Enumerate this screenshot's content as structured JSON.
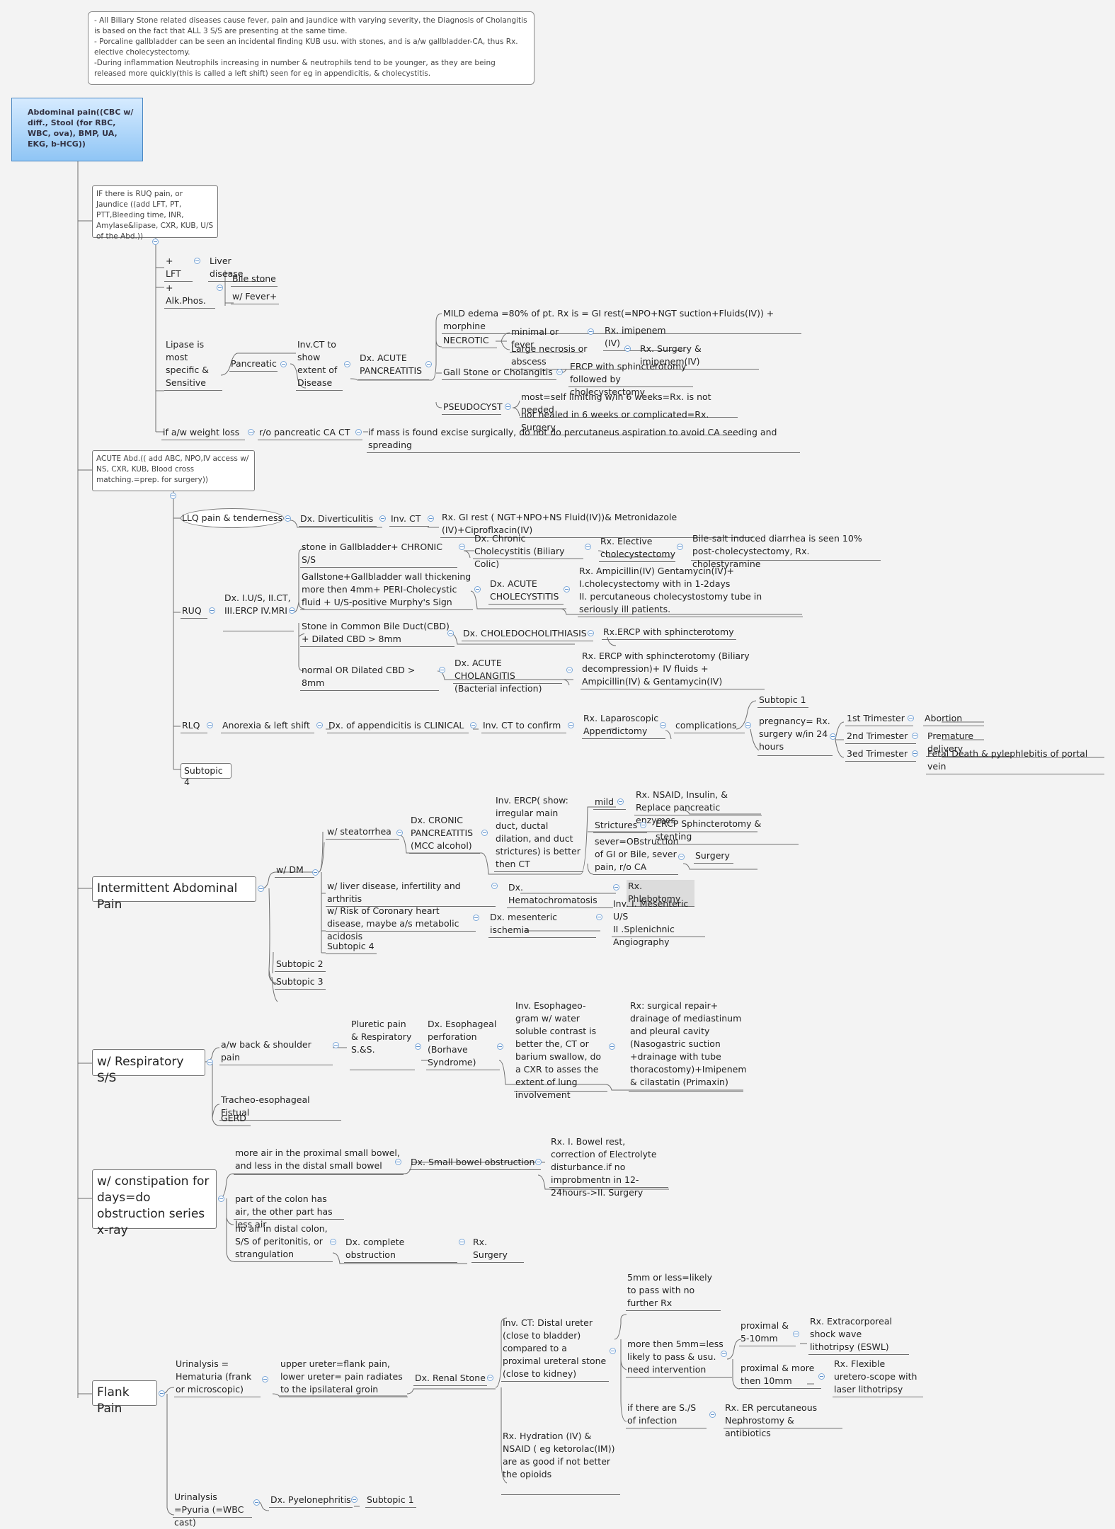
{
  "note": {
    "lines": [
      "- All Biliary Stone related diseases cause fever, pain and jaundice with varying severity, the Diagnosis of Cholangitis is based on the fact that ALL 3 S/S are presenting at the same time.",
      "- Porcaline gallbladder can be seen an incidental finding KUB usu. with stones, and is a/w gallbladder-CA, thus Rx. elective cholecystectomy.",
      "-During inflammation Neutrophils  increasing in number & neutrophils tend to be younger, as they are being released more quickly(this is called a left shift) seen for eg in  appendicitis, & cholecystitis."
    ]
  },
  "root": "Abdominal pain((CBC w/ diff., Stool (for RBC, WBC, ova), BMP, UA, EKG, b-HCG))",
  "ruq_box": "IF there is RUQ pain, or Jaundice ((add  LFT, PT, PTT,Bleeding time, INR, Amylase&lipase, CXR, KUB, U/S of the Abd.))",
  "lft": "+ LFT",
  "liver": "Liver disease",
  "alk": "+ Alk.Phos.",
  "bile": "Bile stone",
  "fever": "w/ Fever+",
  "lipase": "Lipase is most specific & Sensitive",
  "pancreatic": "Pancreatic",
  "invct": "Inv.CT to show extent of Disease",
  "dx_acute_panc": "Dx. ACUTE PANCREATITIS",
  "mild_edema": "MILD edema =80% of pt. Rx is = GI rest(=NPO+NGT suction+Fluids(IV)) + morphine",
  "necrotic": "NECROTIC",
  "minimal": "minimal  or fever",
  "rx_imipenem": "Rx. imipenem (IV)",
  "large_necrosis": "Large necrosis or abscess",
  "rx_surgery_imip": "Rx. Surgery & imipenem(IV)",
  "gallstone_chol": "Gall Stone or Cholangitis",
  "ercp_sphinc": "ERCP with sphincterotomy followed by cholecystectomy",
  "pseudocyst": "PSEUDOCYST",
  "most_self": "most=self limiting w/in 6 weeks=Rx. is not needed",
  "not_healed": "not healed in 6 weeks or complicated=Rx. Surgery",
  "weightloss": "if a/w weight loss",
  "ro_panc": "r/o pancreatic CA CT",
  "mass": "if mass is found excise surgically, do not do percutaneus aspiration to avoid CA seeding and spreading",
  "acute_box": "ACUTE Abd.(( add ABC, NPO,IV access w/ NS, CXR, KUB, Blood cross matching.=prep. for surgery))",
  "llq": "LLQ pain & tenderness",
  "dx_divert": "Dx. Diverticulitis",
  "inv_ct": "Inv. CT",
  "rx_gi_rest": "Rx. GI rest ( NGT+NPO+NS Fluid(IV))& Metronidazole (IV)+Ciproflxacin(IV)",
  "ruq": "RUQ",
  "dx_ius": "Dx. I.U/S, II.CT, III.ERCP IV.MRI",
  "stone_gb": "stone in Gallbladder+ CHRONIC S/S",
  "dx_chronic_chole": "Dx. Chronic Cholecystitis (Biliary Colic)",
  "rx_elective": "Rx. Elective cholecystectomy",
  "bile_salt": "Bile-salt induced diarrhea is seen 10% post-cholecystectomy, Rx. cholestyramine",
  "gallstone_wall": "Gallstone+Gallbladder wall thickening more then 4mm+ PERI-Cholecystic fluid + U/S-positive Murphy's Sign",
  "dx_acute_chole": "Dx. ACUTE CHOLECYSTITIS",
  "rx_ampi": "Rx. Ampicillin(IV) Gentamycin(IV)+ I.cholecystectomy with in 1-2days\nII. percutaneous cholecystostomy tube in seriously ill patients.",
  "stone_cbd": "Stone in Common Bile Duct(CBD) + Dilated CBD > 8mm",
  "dx_choledo": "Dx. CHOLEDOCHOLITHIASIS",
  "rx_ercp": "Rx.ERCP with sphincterotomy",
  "normal_cbd": "normal OR Dilated CBD > 8mm",
  "dx_acute_cholang": "Dx. ACUTE CHOLANGITIS (Bacterial infection)",
  "rx_ercp_biliary": "Rx. ERCP with sphincterotomy (Biliary decompression)+ IV fluids + Ampicillin(IV) & Gentamycin(IV)",
  "rlq": "RLQ",
  "anorexia": "Anorexia & left shift",
  "dx_append": "Dx. of appendicitis is CLINICAL",
  "inv_ct_confirm": "Inv. CT to confirm",
  "rx_lap": "Rx. Laparoscopic Appendictomy",
  "complications": "complications",
  "subtopic1": "Subtopic 1",
  "pregnancy": "pregnancy= Rx. surgery w/in 24 hours",
  "tri1": "1st Trimester",
  "abortion": "Abortion",
  "tri2": "2nd Trimester",
  "premature": "Premature delivery",
  "tri3": "3ed Trimester",
  "fetal": "Fetal Death & pylephlebitis of portal vein",
  "subtopic4_a": "Subtopic 4",
  "intermittent": "Intermittent Abdominal Pain",
  "wdm": "w/ DM",
  "steatorrhea": "w/ steatorrhea",
  "dx_cronic_panc": "Dx. CRONIC PANCREATITIS (MCC alcohol)",
  "inv_ercp": "Inv. ERCP( show: irregular main duct, ductal dilation, and duct strictures) is better then CT",
  "mild": "mild",
  "rx_nsaid": "Rx. NSAID, Insulin, & Replace pancreatic enzymes",
  "strictures": "Strictures",
  "ercp_stent": "ERCP Sphincterotomy & stenting",
  "sever": "sever=OBstruction of GI or Bile, sever pain, r/o CA",
  "surgery": "Surgery",
  "liver_dis": "w/ liver disease, infertility and arthritis",
  "dx_hemo": "Dx. Hematochromatosis",
  "rx_phleb": "Rx. Phlebotomy",
  "risk_cor": "w/ Risk of Coronary heart disease, maybe a/s metabolic acidosis",
  "dx_mes": "Dx. mesenteric ischemia",
  "inv_mes": "Inv. I. Mesenteric U/S\nII .Splenichnic Angiography",
  "subtopic4_b": "Subtopic 4",
  "subtopic2": "Subtopic 2",
  "subtopic3": "Subtopic 3",
  "resp": "w/ Respiratory S/S",
  "back_shoulder": "a/w back & shoulder pain",
  "pluretic": "Pluretic pain & Respiratory S.&S.",
  "dx_esoph": "Dx. Esophageal perforation (Borhave Syndrome)",
  "inv_esoph": "Inv. Esophageo-gram w/ water soluble contrast is better the, CT or barium swallow, do a CXR to asses the extent of lung involvement",
  "rx_surg_repair": "Rx: surgical repair+ drainage of mediastinum and pleural cavity (Nasogastric suction +drainage with tube thoracostomy)+Imipenem & cilastatin (Primaxin)",
  "tracheo": "Tracheo-esophageal Fistual",
  "gerd": "GERD",
  "constipation": "w/ constipation for days=do obstruction series x-ray",
  "more_air": "more air in the proximal small bowel, and less in the distal small bowel",
  "dx_sbo": "Dx. Small bowel obstruction",
  "rx_bowel": "Rx. I. Bowel rest, correction of Electrolyte disturbance.if no improbmentn in 12-24hours->II. Surgery",
  "part_colon": "part of the colon has air, the other part has less air",
  "no_air": "no air in distal colon, S/S of peritonitis, or strangulation",
  "dx_complete": "Dx. complete obstruction",
  "rx_surgery": "Rx. Surgery",
  "flank": "Flank Pain",
  "ua_hema": "Urinalysis = Hematuria (frank or microscopic)",
  "upper_ureter": "upper ureter=flank pain, lower ureter= pain radiates to the ipsilateral groin",
  "dx_renal": "Dx. Renal Stone",
  "inv_ct_distal": "Inv. CT: Distal ureter (close to bladder) compared to a proximal ureteral stone (close to kidney)",
  "five_mm": "5mm or less=likely to pass with no further Rx",
  "more_5mm": "more then 5mm=less likely to pass & usu. need intervention",
  "proximal_5_10": "proximal & 5-10mm",
  "rx_eswl": "Rx. Extracorporeal shock wave lithotripsy (ESWL)",
  "proximal_more10": "proximal & more then 10mm",
  "rx_flex": "Rx. Flexible uretero-scope with laser lithotripsy",
  "if_ss": "if there are S./S of infection",
  "rx_er": "Rx. ER percutaneous Nephrostomy & antibiotics",
  "rx_hydration": "Rx. Hydration (IV) & NSAID ( eg ketorolac(IM)) are as good if not better the opioids",
  "ua_pyuria": "Urinalysis =Pyuria (=WBC cast)",
  "dx_pyelo": "Dx. Pyelonephritis",
  "subtopic1_b": "Subtopic 1"
}
